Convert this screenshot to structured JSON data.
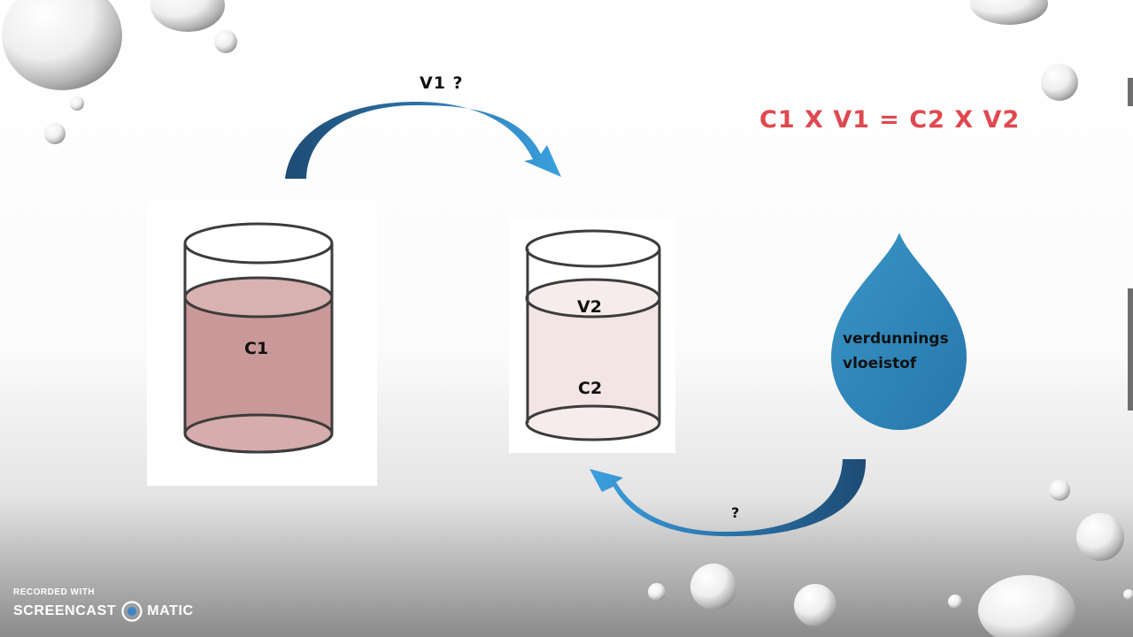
{
  "diagram": {
    "transfer_label": "V1  ?",
    "beaker1_label": "C1",
    "beaker2_top_label": "V2",
    "beaker2_bottom_label": "C2",
    "return_label": "?",
    "formula": "C1 X V1 = C2 X V2",
    "drop_line1": "verdunnings",
    "drop_line2": "vloeistof"
  },
  "colors": {
    "formula": "#e0484f",
    "beaker1_liquid": "#c99898",
    "beaker2_liquid": "#f3e5e4",
    "drop": "#2f86b8",
    "arrow_dark": "#1d4b73",
    "arrow_light": "#3a9fde"
  },
  "watermark": {
    "line1": "RECORDED WITH",
    "brand_left": "SCREENCAST",
    "brand_right": "MATIC"
  }
}
